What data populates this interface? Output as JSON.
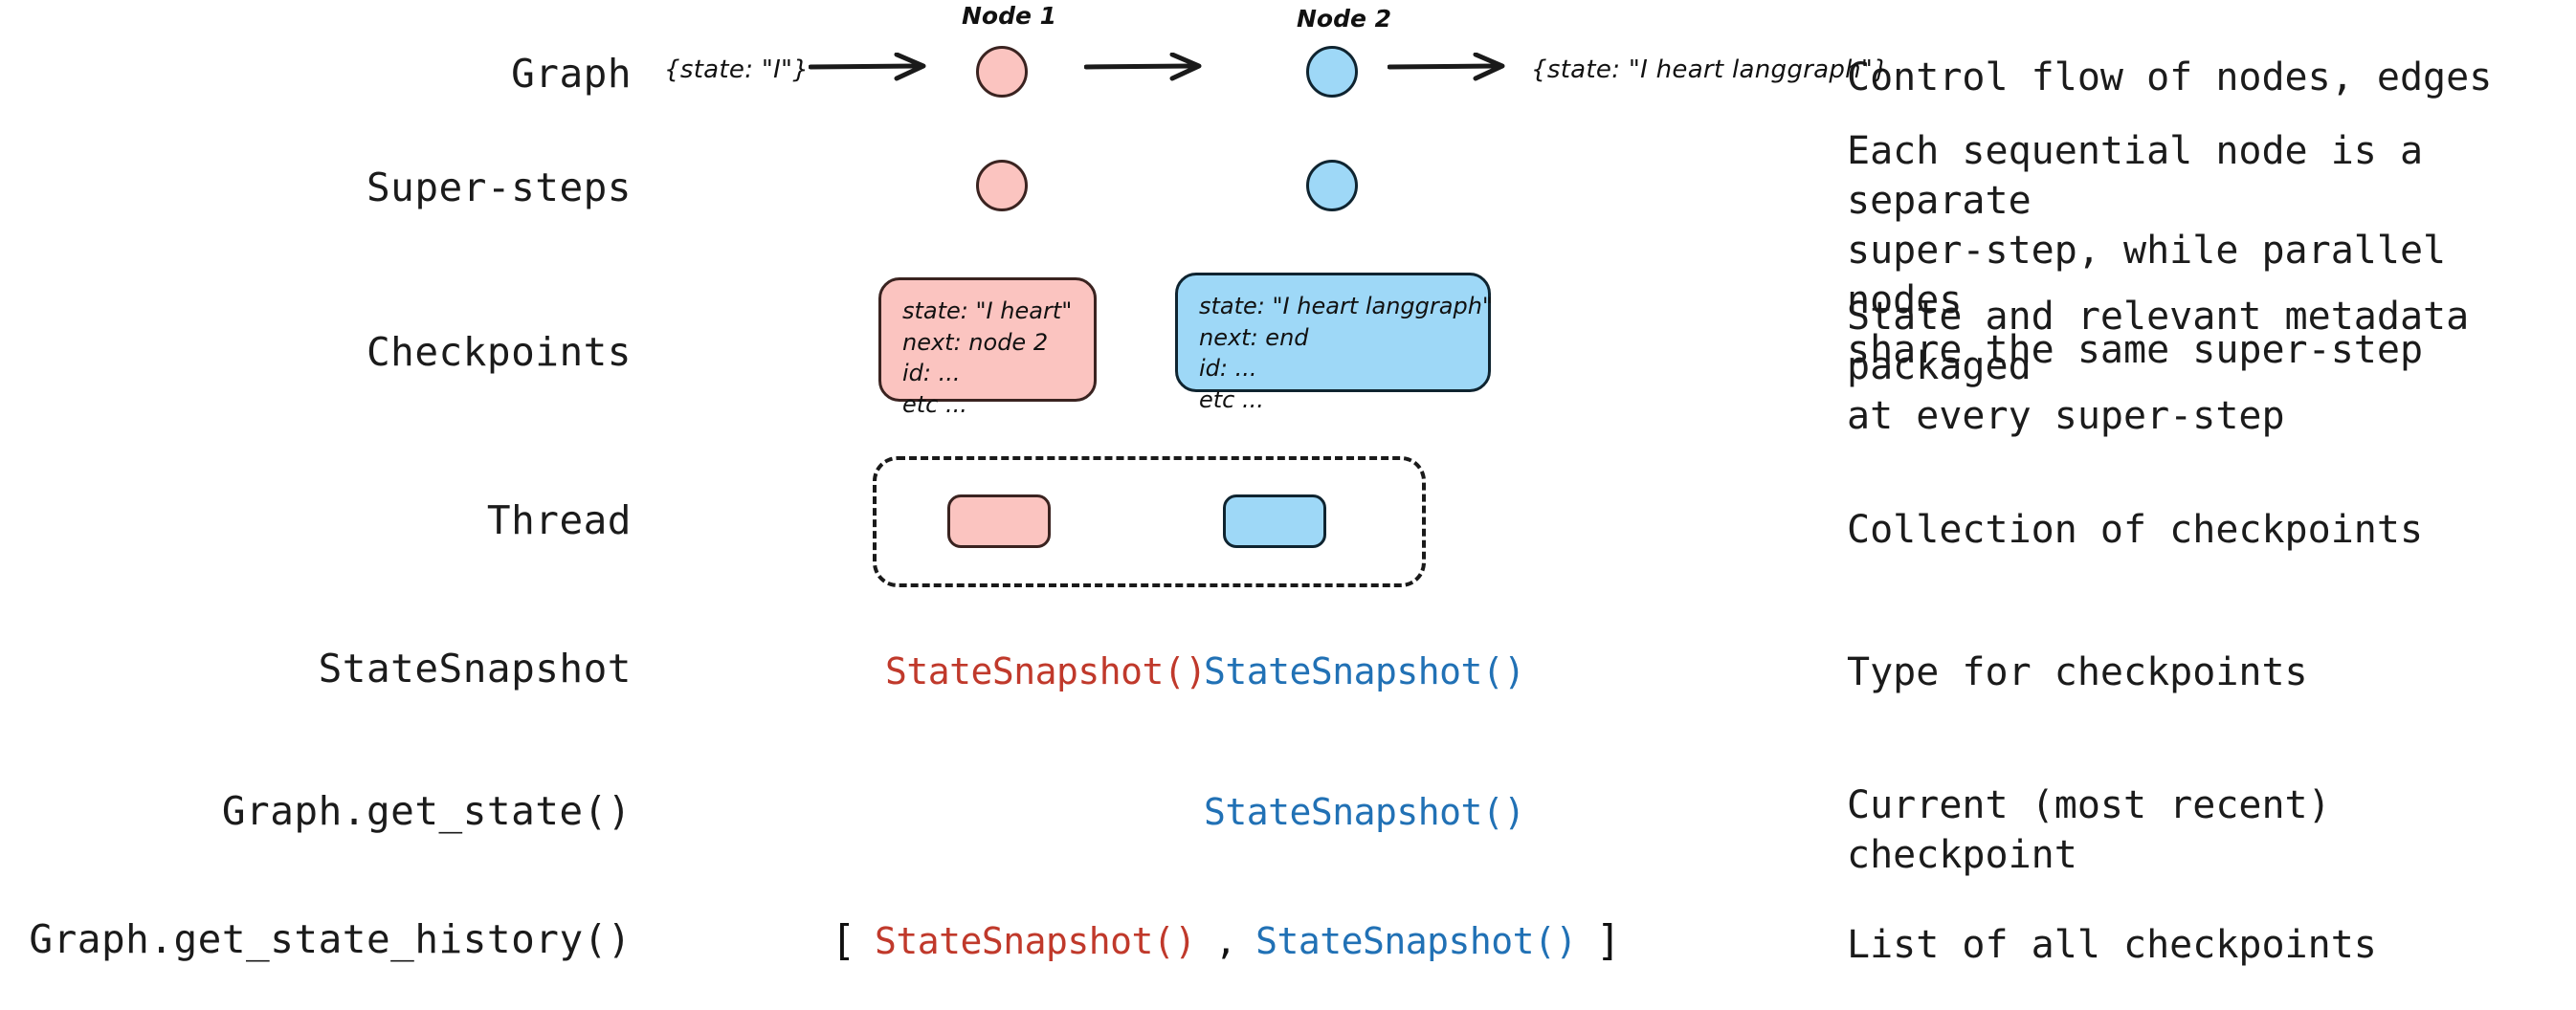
{
  "rows": [
    {
      "label": "Graph",
      "description": "Control flow of nodes, edges"
    },
    {
      "label": "Super-steps",
      "description": "Each sequential node is a separate\nsuper-step, while parallel nodes\nshare the same super-step"
    },
    {
      "label": "Checkpoints",
      "description": "State and relevant metadata packaged\nat every super-step"
    },
    {
      "label": "Thread",
      "description": "Collection of checkpoints"
    },
    {
      "label": "StateSnapshot",
      "description": "Type for checkpoints"
    },
    {
      "label": "Graph.get_state()",
      "description": "Current (most recent) checkpoint"
    },
    {
      "label": "Graph.get_state_history()",
      "description": "List of all checkpoints"
    }
  ],
  "graph_row": {
    "node1_tag": "Node 1",
    "node2_tag": "Node 2",
    "input_state": "{state: \"I\"}",
    "output_state": "{state: \"I heart langgraph\"}"
  },
  "checkpoints": {
    "pink": {
      "lines": [
        "state: \"I heart\"",
        "next: node 2",
        "id: ...",
        "etc ..."
      ]
    },
    "blue": {
      "lines": [
        "state: \"I heart langgraph\"",
        "next: end",
        "id: ...",
        "etc ..."
      ]
    }
  },
  "snapshots": {
    "token": "StateSnapshot()",
    "open_bracket": "[",
    "close_bracket": "]",
    "comma": ","
  },
  "colors": {
    "pink_fill": "#fbc4c0",
    "blue_fill": "#9ed8f7",
    "red_text": "#c0392b",
    "blue_text": "#2171b5",
    "ink": "#1b1b1b"
  }
}
